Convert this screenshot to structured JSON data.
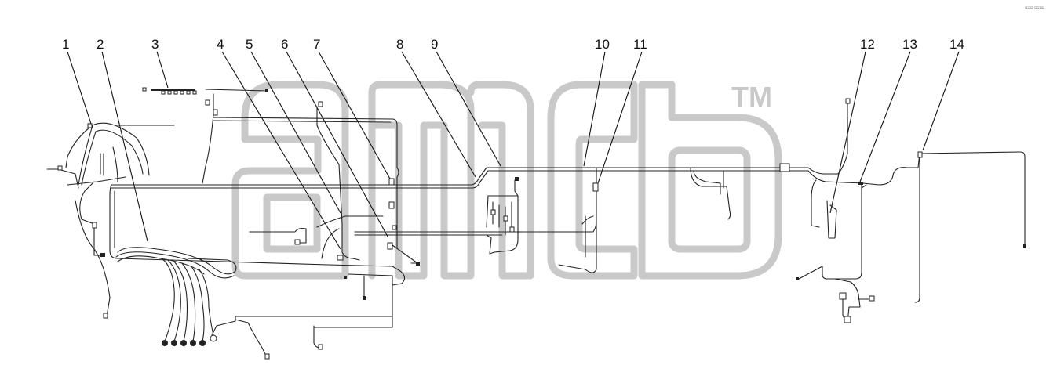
{
  "diagram": {
    "callouts": [
      "1",
      "2",
      "3",
      "4",
      "5",
      "6",
      "7",
      "8",
      "9",
      "10",
      "11",
      "12",
      "13",
      "14"
    ],
    "watermark_mark": "TM",
    "corner_code": "▫▫▫ ▫▫▫▫"
  }
}
